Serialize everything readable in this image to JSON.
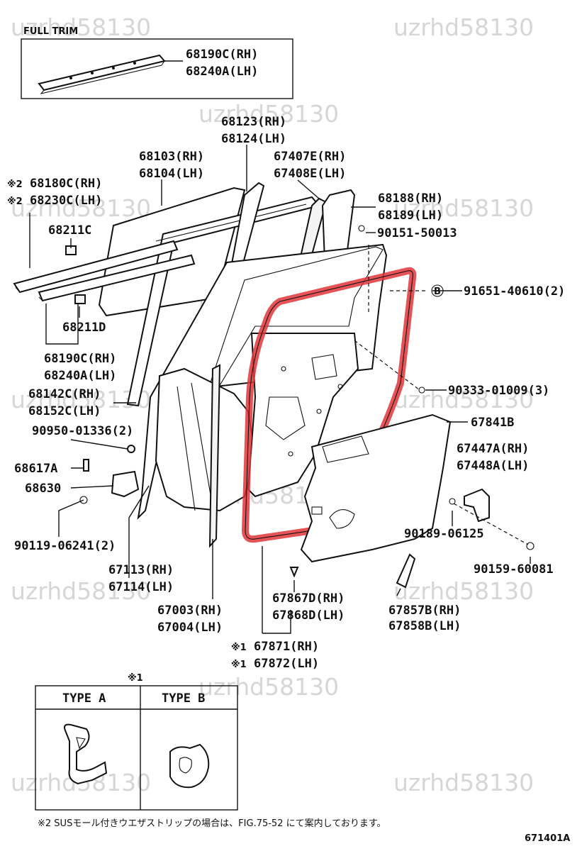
{
  "watermark": "uzrhd58130",
  "full_trim": {
    "title": "FULL TRIM",
    "rh": "68190C(RH)",
    "lh": "68240A(LH)"
  },
  "labels": {
    "p68123": "68123(RH)",
    "p68124": "68124(LH)",
    "p68103": "68103(RH)",
    "p68104": "68104(LH)",
    "p67407": "67407E(RH)",
    "p67408": "67408E(LH)",
    "mark2": "※2",
    "p68180": "68180C(RH)",
    "p68230": "68230C(LH)",
    "p68188": "68188(RH)",
    "p68189": "68189(LH)",
    "p68211c": "68211C",
    "p90151": "90151-50013",
    "circle_b": "B",
    "p91651": "91651-40610(2)",
    "p68211d": "68211D",
    "p68190": "68190C(RH)",
    "p68240": "68240A(LH)",
    "p68142": "68142C(RH)",
    "p68152": "68152C(LH)",
    "p90333": "90333-01009(3)",
    "p67841": "67841B",
    "p90950": "90950-01336(2)",
    "p67447": "67447A(RH)",
    "p67448": "67448A(LH)",
    "p68617": "68617A",
    "p68630": "68630",
    "p90189": "90189-06125",
    "p90119": "90119-06241(2)",
    "p90159": "90159-60081",
    "p67113": "67113(RH)",
    "p67114": "67114(LH)",
    "p67867": "67867D(RH)",
    "p67868": "67868D(LH)",
    "p67857": "67857B(RH)",
    "p67858": "67858B(LH)",
    "p67003": "67003(RH)",
    "p67004": "67004(LH)",
    "mark1": "※1",
    "p67871": "67871(RH)",
    "p67872": "67872(LH)"
  },
  "types": {
    "title": "※1",
    "type_a": "TYPE A",
    "type_b": "TYPE B"
  },
  "footnote": "※2 SUSモール付きウエザストリップの場合は、FIG.75-52 にて案内しております。",
  "figure_code": "671401A",
  "highlight_color": "#e0353a"
}
